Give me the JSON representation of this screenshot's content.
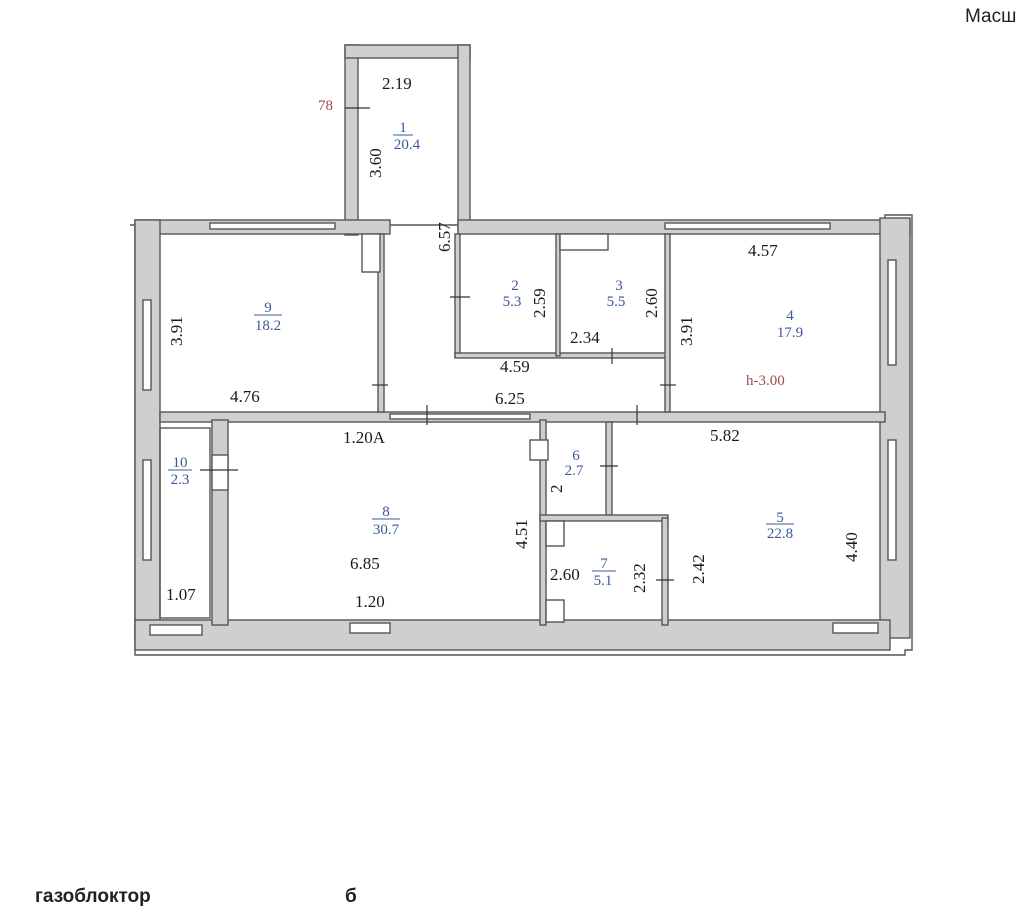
{
  "header": {
    "scale_label": "Масш"
  },
  "footer": {
    "material_label": "газоблоктор",
    "second_label": "б"
  },
  "annotations": {
    "window_mark": "78",
    "ceiling_height": "h-3.00"
  },
  "rooms": [
    {
      "number": "1",
      "area": "20.4"
    },
    {
      "number": "2",
      "area": "5.3"
    },
    {
      "number": "3",
      "area": "5.5"
    },
    {
      "number": "4",
      "area": "17.9"
    },
    {
      "number": "5",
      "area": "22.8"
    },
    {
      "number": "6",
      "area": "2.7"
    },
    {
      "number": "7",
      "area": "5.1"
    },
    {
      "number": "8",
      "area": "30.7"
    },
    {
      "number": "9",
      "area": "18.2"
    },
    {
      "number": "10",
      "area": "2.3"
    }
  ],
  "dimensions": [
    "2.19",
    "3.60",
    "6.57",
    "2.59",
    "2.60",
    "2.34",
    "4.59",
    "6.25",
    "4.57",
    "3.91",
    "3.91",
    "4.76",
    "1.20A",
    "5.82",
    "2",
    "4.51",
    "2.60",
    "2.32",
    "2.42",
    "4.40",
    "6.85",
    "1.20",
    "1.07"
  ],
  "colors": {
    "wall": "#cfcfcf",
    "area_text": "#3a5a9a",
    "annotation_text": "#a34a4a"
  }
}
